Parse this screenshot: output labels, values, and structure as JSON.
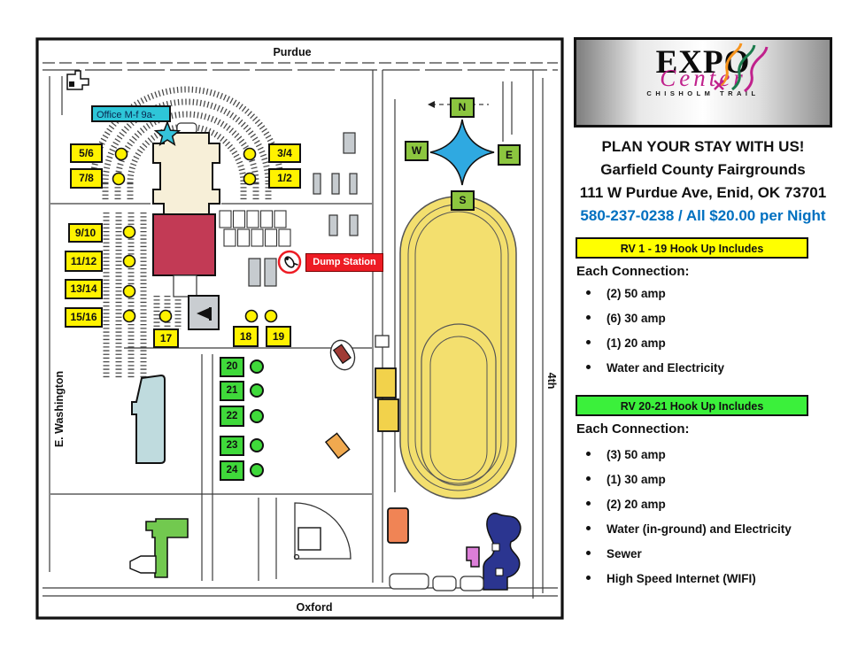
{
  "streets": {
    "top": "Purdue",
    "bottom": "Oxford",
    "left": "E. Washington",
    "right": "4th"
  },
  "map": {
    "office_label": "Office M-f 9a-",
    "dump_station_label": "Dump Station",
    "compass": {
      "n": "N",
      "w": "W",
      "e": "E",
      "s": "S"
    },
    "yellow_sites": [
      "5/6",
      "7/8",
      "3/4",
      "1/2",
      "9/10",
      "11/12",
      "13/14",
      "15/16",
      "17",
      "18",
      "19"
    ],
    "green_sites": [
      "20",
      "21",
      "22",
      "23",
      "24"
    ]
  },
  "panel": {
    "logo": {
      "expo": "EXPO",
      "center": "Center",
      "tagline": "CHISHOLM TRAIL"
    },
    "headline": "PLAN YOUR STAY WITH US!",
    "venue": "Garfield County Fairgrounds",
    "address": "111 W Purdue Ave, Enid, OK 73701",
    "phone_rate": "580-237-0238 / All $20.00 per Night",
    "sections": [
      {
        "banner": "RV 1 - 19 Hook Up Includes",
        "intro": "Each Connection:",
        "items": [
          "(2) 50 amp",
          "(6) 30 amp",
          "(1) 20 amp",
          "Water and Electricity"
        ],
        "banner_color": "#FFFF00"
      },
      {
        "banner": "RV 20-21 Hook Up Includes",
        "intro": "Each Connection:",
        "items": [
          "(3) 50 amp",
          "(1) 30 amp",
          "(2) 20 amp",
          "Water (in-ground) and Electricity",
          "Sewer",
          "High Speed Internet (WIFI)"
        ],
        "banner_color": "#3BF03B"
      }
    ]
  },
  "colors": {
    "phone_blue": "#0070C0",
    "yellow_site": "#FFF200",
    "green_site": "#3FD93A",
    "compass_green": "#8CC63F",
    "office_cyan": "#2EC6D8",
    "dump_red": "#ED1C24",
    "track_yellow": "#F3DF6E",
    "red_building": "#C23A55"
  }
}
